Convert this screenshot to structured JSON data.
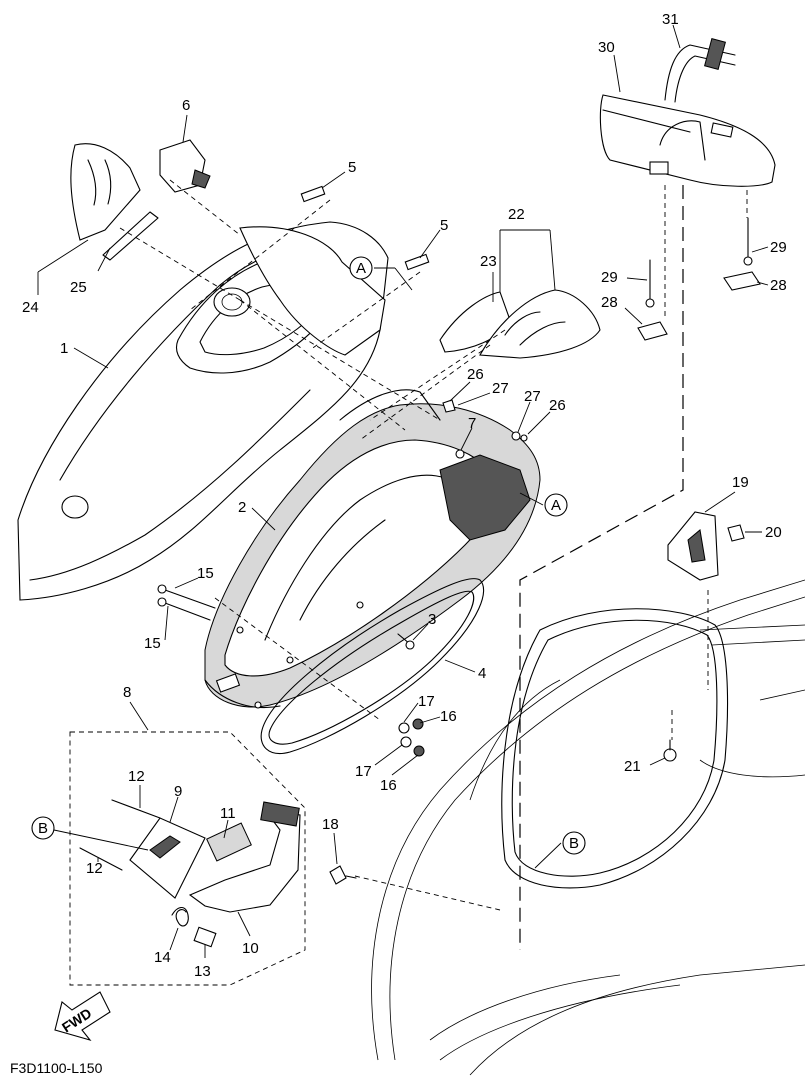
{
  "diagram_code": "F3D1100-L150",
  "fwd_label": "FWD",
  "reference_marks": [
    "A",
    "B"
  ],
  "part_numbers": [
    "1",
    "2",
    "3",
    "4",
    "5",
    "5",
    "6",
    "7",
    "8",
    "9",
    "10",
    "11",
    "12",
    "12",
    "13",
    "14",
    "15",
    "15",
    "16",
    "16",
    "17",
    "17",
    "18",
    "19",
    "20",
    "21",
    "22",
    "23",
    "24",
    "25",
    "26",
    "26",
    "27",
    "27",
    "28",
    "28",
    "29",
    "29",
    "30",
    "31"
  ]
}
